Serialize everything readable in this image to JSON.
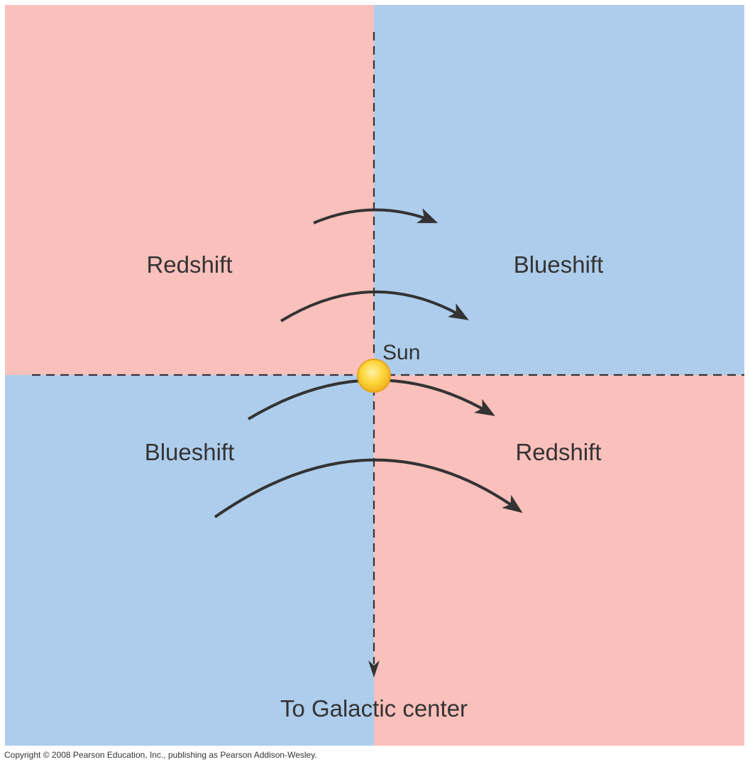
{
  "labels": {
    "top_left": "Redshift",
    "top_right": "Blueshift",
    "bottom_left": "Blueshift",
    "bottom_right": "Redshift",
    "sun": "Sun",
    "direction": "To Galactic center"
  },
  "copyright": "Copyright © 2008 Pearson Education, Inc., publishing as Pearson Addison-Wesley.",
  "colors": {
    "redshift": "#fac0bc",
    "blueshift": "#aecdec",
    "ink": "#333333",
    "sun_fill": "#fdd63a",
    "sun_edge": "#e8a317"
  },
  "icons": {
    "sun": "sun-icon",
    "orbit_arrow": "curved-arrow-icon"
  }
}
